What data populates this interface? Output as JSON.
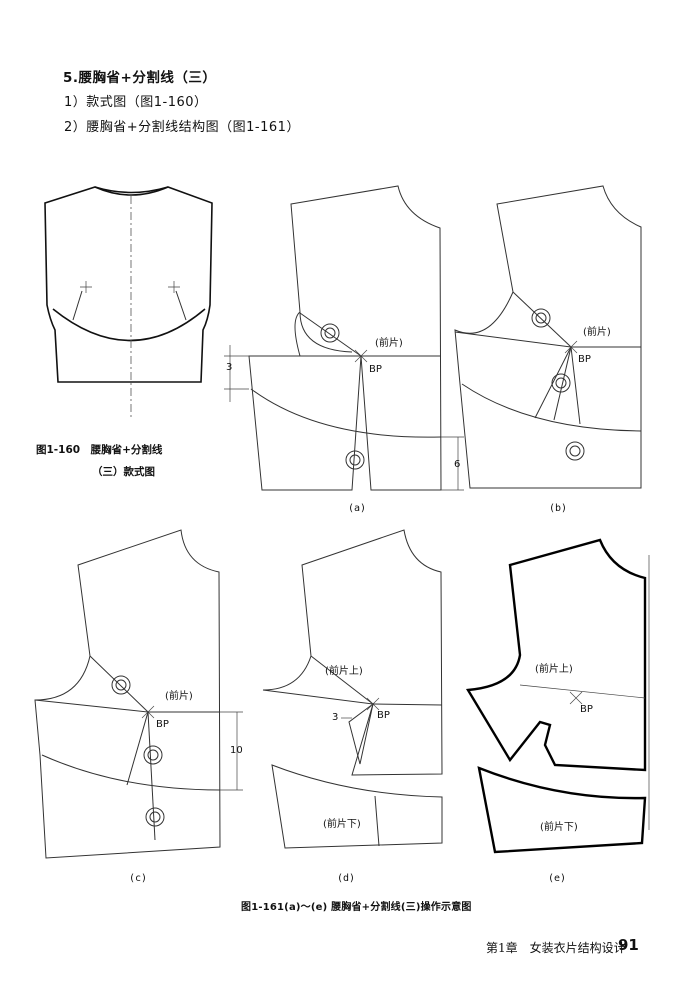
{
  "heading": "5.腰胸省+分割线（三）",
  "list": [
    "1）款式图（图1-160）",
    "2）腰胸省+分割线结构图（图1-161）"
  ],
  "figure160": {
    "caption_line1": "图1-160　腰胸省+分割线",
    "caption_line2": "（三）款式图"
  },
  "figure161": {
    "caption": "图1-161(a)～(e) 腰胸省+分割线(三)操作示意图",
    "panels": {
      "a": {
        "sub": "(a)",
        "front": "(前片)",
        "bp": "BP",
        "dim_left": "3",
        "dim_right": "6"
      },
      "b": {
        "sub": "(b)",
        "front": "(前片)",
        "bp": "BP"
      },
      "c": {
        "sub": "(c)",
        "front": "(前片)",
        "bp": "BP",
        "dim_right": "10"
      },
      "d": {
        "sub": "(d)",
        "upper": "(前片上)",
        "lower": "(前片下)",
        "bp": "BP",
        "dim": "3"
      },
      "e": {
        "sub": "(e)",
        "upper": "(前片上)",
        "lower": "(前片下)",
        "bp": "BP"
      }
    }
  },
  "footer": {
    "chapter": "第1章　女装衣片结构设计",
    "page": "91"
  }
}
